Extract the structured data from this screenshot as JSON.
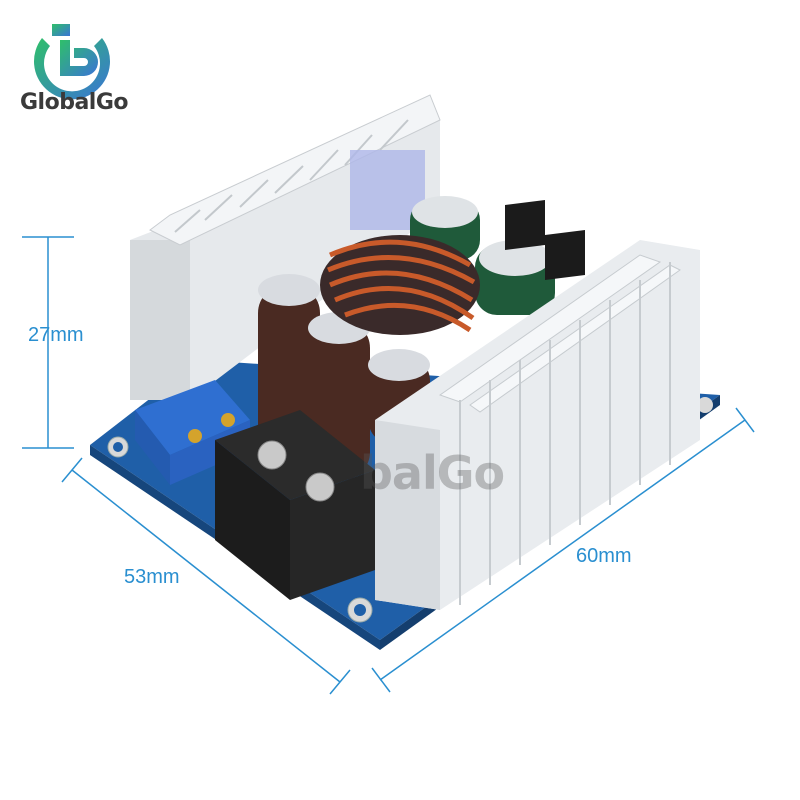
{
  "brand": {
    "name": "GlobalGo"
  },
  "dimensions": {
    "height": "27mm",
    "depth": "53mm",
    "width": "60mm"
  },
  "watermark": "balGo",
  "colors": {
    "dimension_lines": "#2a8fd0",
    "pcb": "#1f5fa8",
    "heatsink": "#dfe3e6",
    "terminal": "#222222",
    "inductor_copper": "#c85a2a",
    "capacitor_brown": "#4a2a22",
    "capacitor_green": "#1f5a3a",
    "potentiometer": "#2f6fd1",
    "logo_gradient_start": "#28b36a",
    "logo_gradient_end": "#2a8fd0"
  }
}
